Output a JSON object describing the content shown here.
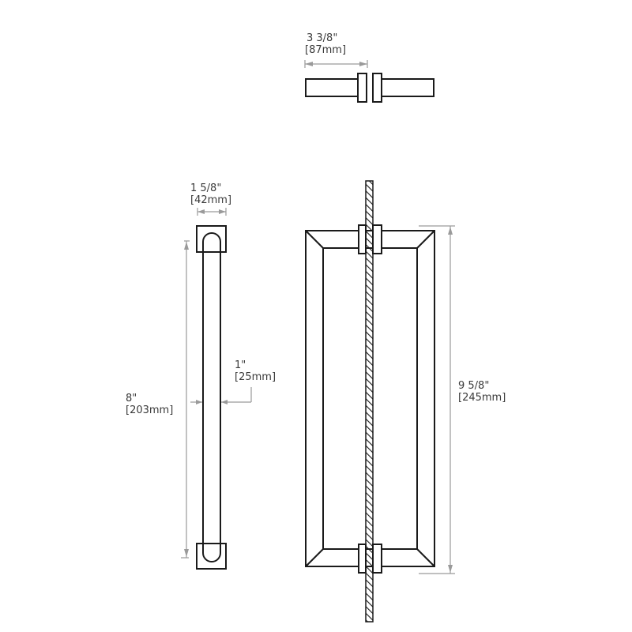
{
  "drawing": {
    "top_view": {
      "dimension": {
        "imperial": "3 3/8\"",
        "metric": "[87mm]"
      }
    },
    "side_view": {
      "width_dimension": {
        "imperial": "1 5/8\"",
        "metric": "[42mm]"
      },
      "diameter_dimension": {
        "imperial": "1\"",
        "metric": "[25mm]"
      },
      "center_to_center_dimension": {
        "imperial": "8\"",
        "metric": "[203mm]"
      }
    },
    "front_view": {
      "overall_length_dimension": {
        "imperial": "9 5/8\"",
        "metric": "[245mm]"
      }
    },
    "colors": {
      "line": "#1a1a1a",
      "dimension": "#9a9a9a",
      "text": "#3a3a3a",
      "background": "#ffffff"
    }
  }
}
